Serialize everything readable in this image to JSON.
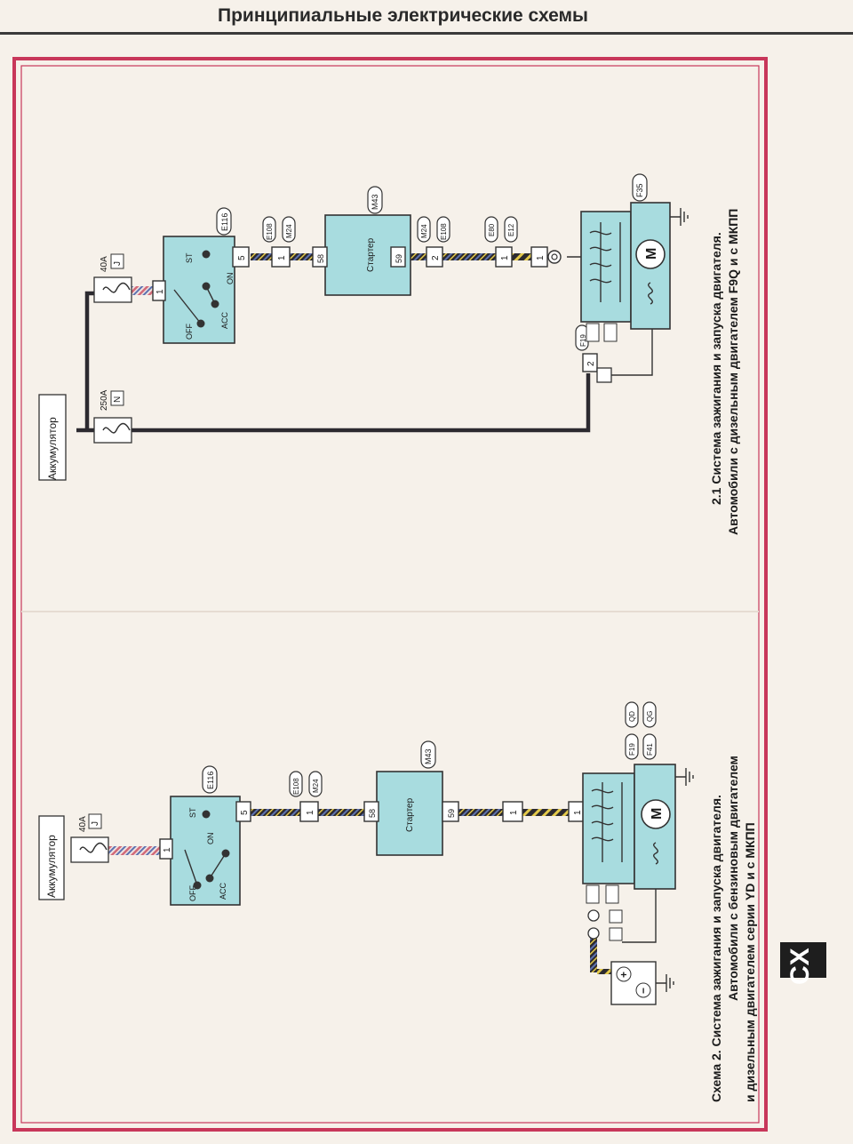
{
  "header": {
    "title": "Принципиальные электрические схемы"
  },
  "section_badge": "CX",
  "colors": {
    "frame": "#c8375a",
    "component_fill": "#a8dcdf",
    "wire_main": "#2c2a30",
    "wire_stripe_blue": "#5d72b0",
    "wire_stripe_yellow": "#e3c94a",
    "wire_stripe_red": "#d26a78"
  },
  "top_diagram": {
    "caption_line1": "2.1 Система зажигания и запуска двигателя.",
    "caption_line2": "Автомобили с дизельным двигателем F9Q и с МКПП",
    "battery": "Аккумулятор",
    "fuse_main": {
      "rating": "250A",
      "code": "N"
    },
    "fuse_ign": {
      "rating": "40A",
      "code": "J"
    },
    "ignition_switch": {
      "id": "E116",
      "in_pin": "1",
      "out_pin": "5",
      "positions": [
        "OFF",
        "ACC",
        "ON",
        "ST"
      ]
    },
    "conn_a": {
      "pin": "1",
      "ids": [
        "E108",
        "M24"
      ]
    },
    "starter": {
      "id": "M43",
      "label": "Стартер",
      "pin_in": "58",
      "pin_out": "59"
    },
    "conn_b": {
      "pin": "2",
      "ids": [
        "M24",
        "E108"
      ]
    },
    "conn_c": {
      "pin": "1",
      "ids": [
        "E80",
        "E12"
      ]
    },
    "conn_d": {
      "pin": "1"
    },
    "battery_terminal": {
      "pin": "2",
      "id": "F19"
    },
    "starter_motor": {
      "id": "F35",
      "symbol": "M"
    }
  },
  "bottom_diagram": {
    "caption_line1": "Схема 2. Система зажигания и запуска двигателя.",
    "caption_line2": "Автомобили с бензиновым двигателем",
    "caption_line3": "и дизельным двигателем серии YD и с МКПП",
    "battery": "Аккумулятор",
    "fuse_ign": {
      "rating": "40A",
      "code": "J"
    },
    "ignition_switch": {
      "id": "E116",
      "in_pin": "1",
      "out_pin": "5",
      "positions": [
        "OFF",
        "ACC",
        "ON",
        "ST"
      ]
    },
    "conn_a": {
      "pin": "1",
      "ids": [
        "E108",
        "M24"
      ]
    },
    "starter": {
      "id": "M43",
      "label": "Стартер",
      "pin_in": "58",
      "pin_out": "59"
    },
    "conn_b": {
      "pin": "1"
    },
    "conn_c": {
      "pin": "1"
    },
    "starter_motor": {
      "ids": [
        "F19",
        "F41"
      ],
      "variants": [
        "QD",
        "QG"
      ],
      "symbol": "M"
    },
    "battery_symbol": {
      "plus": "+",
      "minus": "−"
    }
  }
}
